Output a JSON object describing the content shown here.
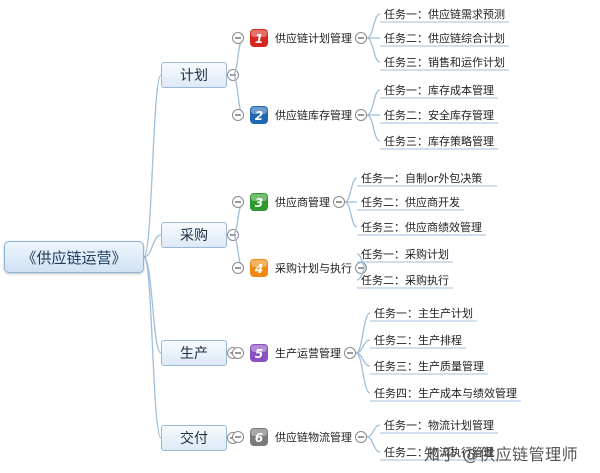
{
  "root": "《供应链运营》",
  "branches": [
    {
      "label": "计划",
      "groups": [
        {
          "num": "1",
          "color": "#d7261f",
          "title": "供应链计划管理",
          "tasks": [
            "任务一：供应链需求预测",
            "任务二：供应链综合计划",
            "任务三：销售和运作计划"
          ]
        },
        {
          "num": "2",
          "color": "#1f66b3",
          "title": "供应链库存管理",
          "tasks": [
            "任务一：库存成本管理",
            "任务二：安全库存管理",
            "任务三：库存策略管理"
          ]
        }
      ]
    },
    {
      "label": "采购",
      "groups": [
        {
          "num": "3",
          "color": "#2e9a2e",
          "title": "供应商管理",
          "tasks": [
            "任务一：自制or外包决策",
            "任务二：供应商开发",
            "任务三：供应商绩效管理"
          ]
        },
        {
          "num": "4",
          "color": "#ee8a12",
          "title": "采购计划与执行",
          "tasks": [
            "任务一：采购计划",
            "任务二：采购执行"
          ]
        }
      ]
    },
    {
      "label": "生产",
      "groups": [
        {
          "num": "5",
          "color": "#8a4fc0",
          "title": "生产运营管理",
          "tasks": [
            "任务一：主生产计划",
            "任务二：生产排程",
            "任务三：生产质量管理",
            "任务四：生产成本与绩效管理"
          ]
        }
      ]
    },
    {
      "label": "交付",
      "groups": [
        {
          "num": "6",
          "color": "#7a7a7a",
          "title": "供应链物流管理",
          "tasks": [
            "任务一：物流计划管理",
            "任务二：物流执行管理"
          ]
        }
      ]
    }
  ],
  "watermark": {
    "platform": "知乎",
    "author": "@供应链管理师"
  }
}
